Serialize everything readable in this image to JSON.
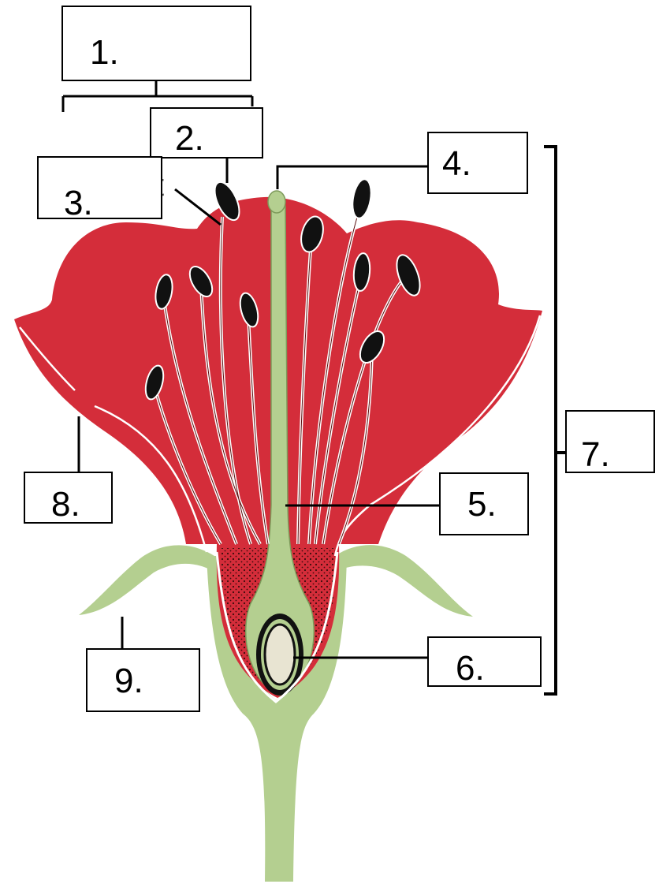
{
  "labels": {
    "l1": "1.",
    "l2": "2.",
    "l3": "3.",
    "l4": "4.",
    "l5": "5.",
    "l6": "6.",
    "l7": "7.",
    "l8": "8.",
    "l9": "9."
  },
  "colors": {
    "petal": "#d42d3a",
    "green": "#b4cf90",
    "ovule": "#e8e4d2",
    "anther": "#111111",
    "line": "#000000"
  }
}
